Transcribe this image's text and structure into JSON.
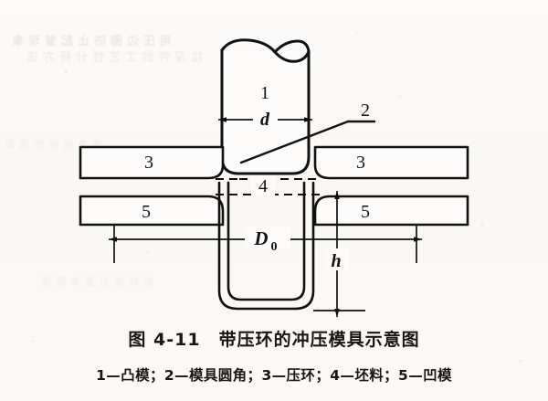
{
  "figure": {
    "caption": "图 4-11　带压环的冲压模具示意图",
    "legend": "1—凸模；2—模具圆角；3—压环；4—坯料；5—凹模",
    "ink_color": "#111111",
    "paper_color": "#fbf9f7"
  },
  "labels": {
    "punch": "1",
    "die_radius": "2",
    "blank_holder_left": "3",
    "blank_holder_right": "3",
    "blank": "4",
    "die_left": "5",
    "die_right": "5"
  },
  "dimensions": {
    "punch_diameter": "d",
    "blank_diameter": "D",
    "blank_diameter_sub": "0",
    "draw_depth": "h"
  },
  "showthrough": {
    "line1": "用压边圈防止起皱现象",
    "line2": "拉深件的工艺性分析方法",
    "line3": "模具间隙的选取",
    "line4": "板料成形基本原理"
  }
}
